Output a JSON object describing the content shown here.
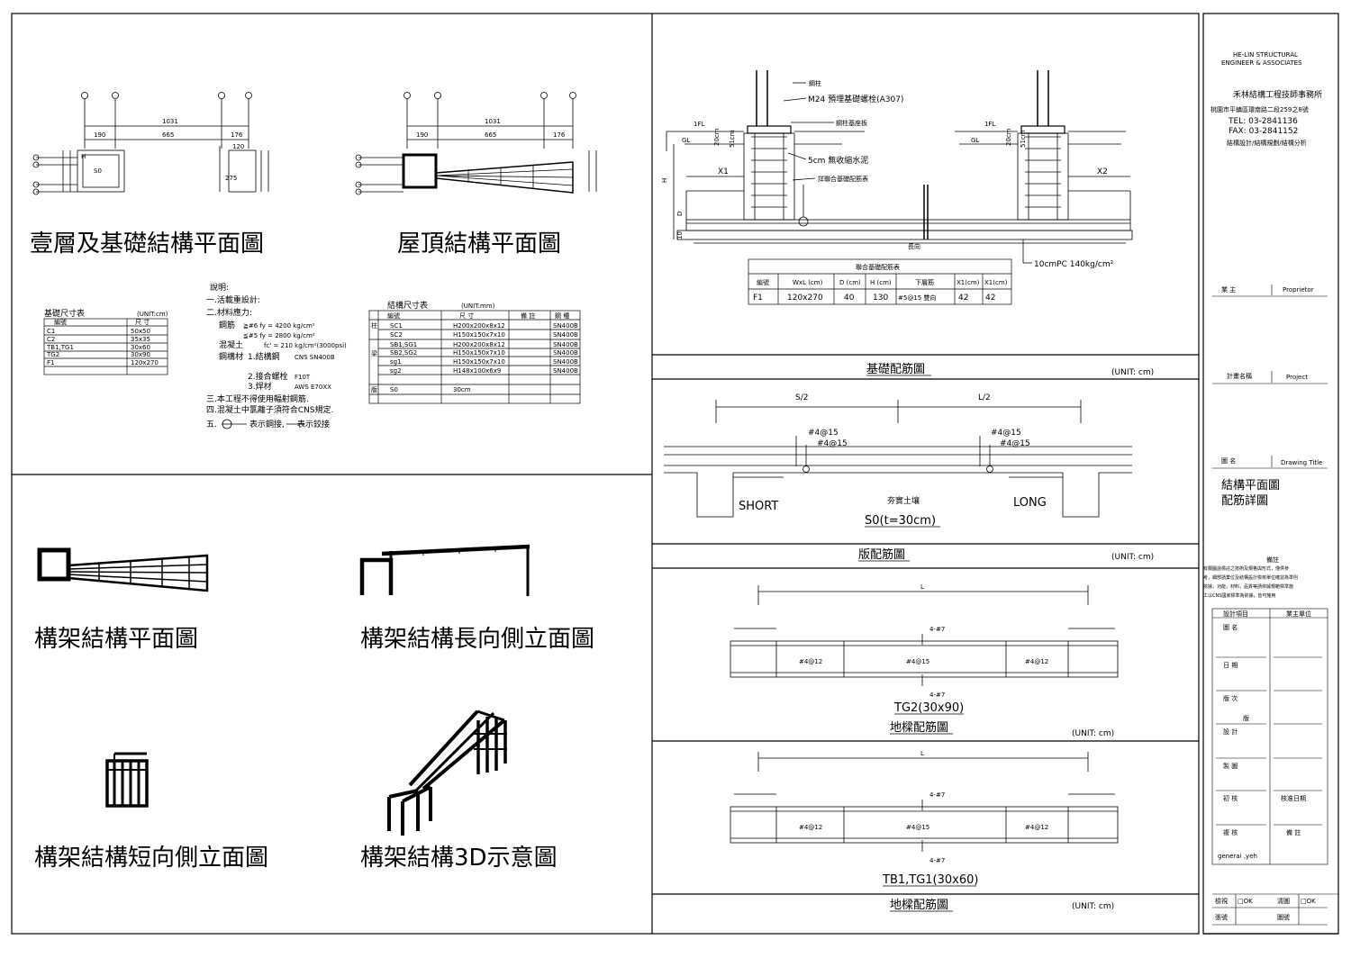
{
  "left_top": {
    "plan1_title": "壹層及基礎結構平面圖",
    "plan2_title": "屋頂結構平面圖",
    "plan_dims": {
      "total": "1031",
      "a": "190",
      "b": "665",
      "c": "176"
    },
    "plan_minor": {
      "d120": "120",
      "s0": "S0",
      "h": "H",
      "d275": "275"
    },
    "found_table": {
      "title": "基礎尺寸表",
      "unit": "(UNIT:cm)",
      "headers": [
        "編號",
        "尺 寸"
      ],
      "rows": [
        [
          "C1",
          "50x50"
        ],
        [
          "C2",
          "35x35"
        ],
        [
          "TB1,TG1",
          "30x60"
        ],
        [
          "TG2",
          "30x90"
        ],
        [
          "F1",
          "120x270"
        ]
      ]
    },
    "notes": {
      "heading": "說明:",
      "l1": "一.活載重設計:",
      "l2": "二.材料應力:",
      "rebar_label": "鋼筋",
      "rebar1": "≧#6  fy = 4200  kg/cm²",
      "rebar2": "≦#5  fy = 2800  kg/cm²",
      "concrete_label": "混凝土",
      "concrete": "fc' = 210  kg/cm²(3000psi)",
      "steel_label": "鋼構材",
      "steel1": "1.結構鋼",
      "steel1_v": "CNS SN400B",
      "steel2": "2.接合螺栓",
      "steel2_v": "F10T",
      "steel3": "3.焊材",
      "steel3_v": "AWS  E70XX",
      "l3": "三.本工程不得使用輻射鋼筋.",
      "l4": "四.混凝土中氯離子須符合CNS規定.",
      "l5a": "五.",
      "l5b": "表示鋼接,",
      "l5c": "表示鉸接"
    },
    "struct_table": {
      "title": "結構尺寸表",
      "unit": "(UNIT:mm)",
      "headers": [
        "編號",
        "尺 寸",
        "備 註",
        "鋼 種"
      ],
      "groups": [
        {
          "label": "柱",
          "rows": [
            [
              "SC1",
              "H200x200x8x12",
              "SN400B"
            ],
            [
              "SC2",
              "H150x150x7x10",
              "SN400B"
            ]
          ]
        },
        {
          "label": "梁",
          "rows": [
            [
              "SB1,SG1",
              "H200x200x8x12",
              "SN400B"
            ],
            [
              "SB2,SG2",
              "H150x150x7x10",
              "SN400B"
            ],
            [
              "sg1",
              "H150x150x7x10",
              "SN400B"
            ],
            [
              "sg2",
              "H148x100x6x9",
              "SN400B"
            ]
          ]
        },
        {
          "label": "版",
          "rows": [
            [
              "S0",
              "30cm",
              ""
            ]
          ]
        }
      ]
    }
  },
  "left_bottom": {
    "t1": "構架結構平面圖",
    "t2": "構架結構長向側立面圖",
    "t3": "構架結構短向側立面圖",
    "t4": "構架結構3D示意圖"
  },
  "foundation": {
    "labels": {
      "col": "鋼柱",
      "bolt": "M24 預埋基礎螺栓(A307)",
      "plate": "鋼柱基座板",
      "grout": "5cm 無收縮水泥",
      "combined": "詳聯合基礎配筋表",
      "fl": "1FL",
      "gl": "GL",
      "d20": "20cm",
      "d51": "51cm",
      "x1": "X1",
      "x2": "X2",
      "h": "H",
      "d": "D",
      "d10": "10",
      "len": "長向",
      "pc": "10cmPC 140kg/cm²"
    },
    "table": {
      "title": "聯合基礎配筋表",
      "headers": [
        "編號",
        "WxL (cm)",
        "D (cm)",
        "H (cm)",
        "下層筋",
        "X1(cm)",
        "X1(cm)"
      ],
      "row": [
        "F1",
        "120x270",
        "40",
        "130",
        "#5@15 雙向",
        "42",
        "42"
      ]
    },
    "section_title": "基礎配筋圖",
    "unit": "(UNIT: cm)"
  },
  "slab": {
    "s2": "S/2",
    "l2": "L/2",
    "r1": "#4@15",
    "r2": "#4@15",
    "r3": "#4@15",
    "r4": "#4@15",
    "short": "SHORT",
    "long": "LONG",
    "soil": "夯實土壤",
    "name": "S0(t=30cm)",
    "title": "版配筋圖",
    "unit": "(UNIT: cm)"
  },
  "beam1": {
    "L": "L",
    "top": "4-#7",
    "bottom": "4-#7",
    "s1": "#4@12",
    "s2": "#4@15",
    "s3": "#4@12",
    "name": "TG2(30x90)",
    "title": "地樑配筋圖",
    "unit": "(UNIT: cm)"
  },
  "beam2": {
    "L": "L",
    "top": "4-#7",
    "bottom": "4-#7",
    "s1": "#4@12",
    "s2": "#4@15",
    "s3": "#4@12",
    "name": "TB1,TG1(30x60)",
    "title": "地樑配筋圖",
    "unit": "(UNIT: cm)"
  },
  "title_block": {
    "firm_en1": "HE-LIN STRUCTURAL",
    "firm_en2": "ENGINEER & ASSOCIATES",
    "firm_cn": "禾林結構工程技師事務所",
    "address": "桃園市平鎮區環南路二段259之8號",
    "tel": "TEL:  03-2841136",
    "fax": "FAX:  03-2841152",
    "services": "結構設計/結構規劃/結構分析",
    "owner": "業    主",
    "owner_en": "Proprietor",
    "project": "計畫名稱",
    "project_en": "Project",
    "drawing": "圖    名",
    "drawing_en": "Drawing Title",
    "dt1": "結構平面圖",
    "dt2": "配筋詳圖",
    "remark_title": "備註",
    "remark1": "有關圖說標註之技術及規格與形式，僅供參",
    "remark2": "考，細部請業位及結構設計檢核單位確認為準則",
    "remark3": "依據，功能，材料，品質等請依據規範標準施",
    "remark4": "工以CNS國家標準為依據，皆可施用",
    "items": "設計項目",
    "client_unit": "業主單位",
    "r_name": "圖    名",
    "r_date": "日    期",
    "r_ver": "版    次",
    "r_ver2": "版",
    "r_design": "設    計",
    "r_draw": "製    圖",
    "r_check1": "初    核",
    "r_approve_date": "核准日期",
    "r_check2": "複    核",
    "r_note": "備    註",
    "signer": "generai ,yeh",
    "f_check": "檢視",
    "f_ok1": "□OK",
    "f_clear": "清圖",
    "f_ok2": "□OK",
    "f_no": "張號",
    "f_sheet": "圖號"
  }
}
